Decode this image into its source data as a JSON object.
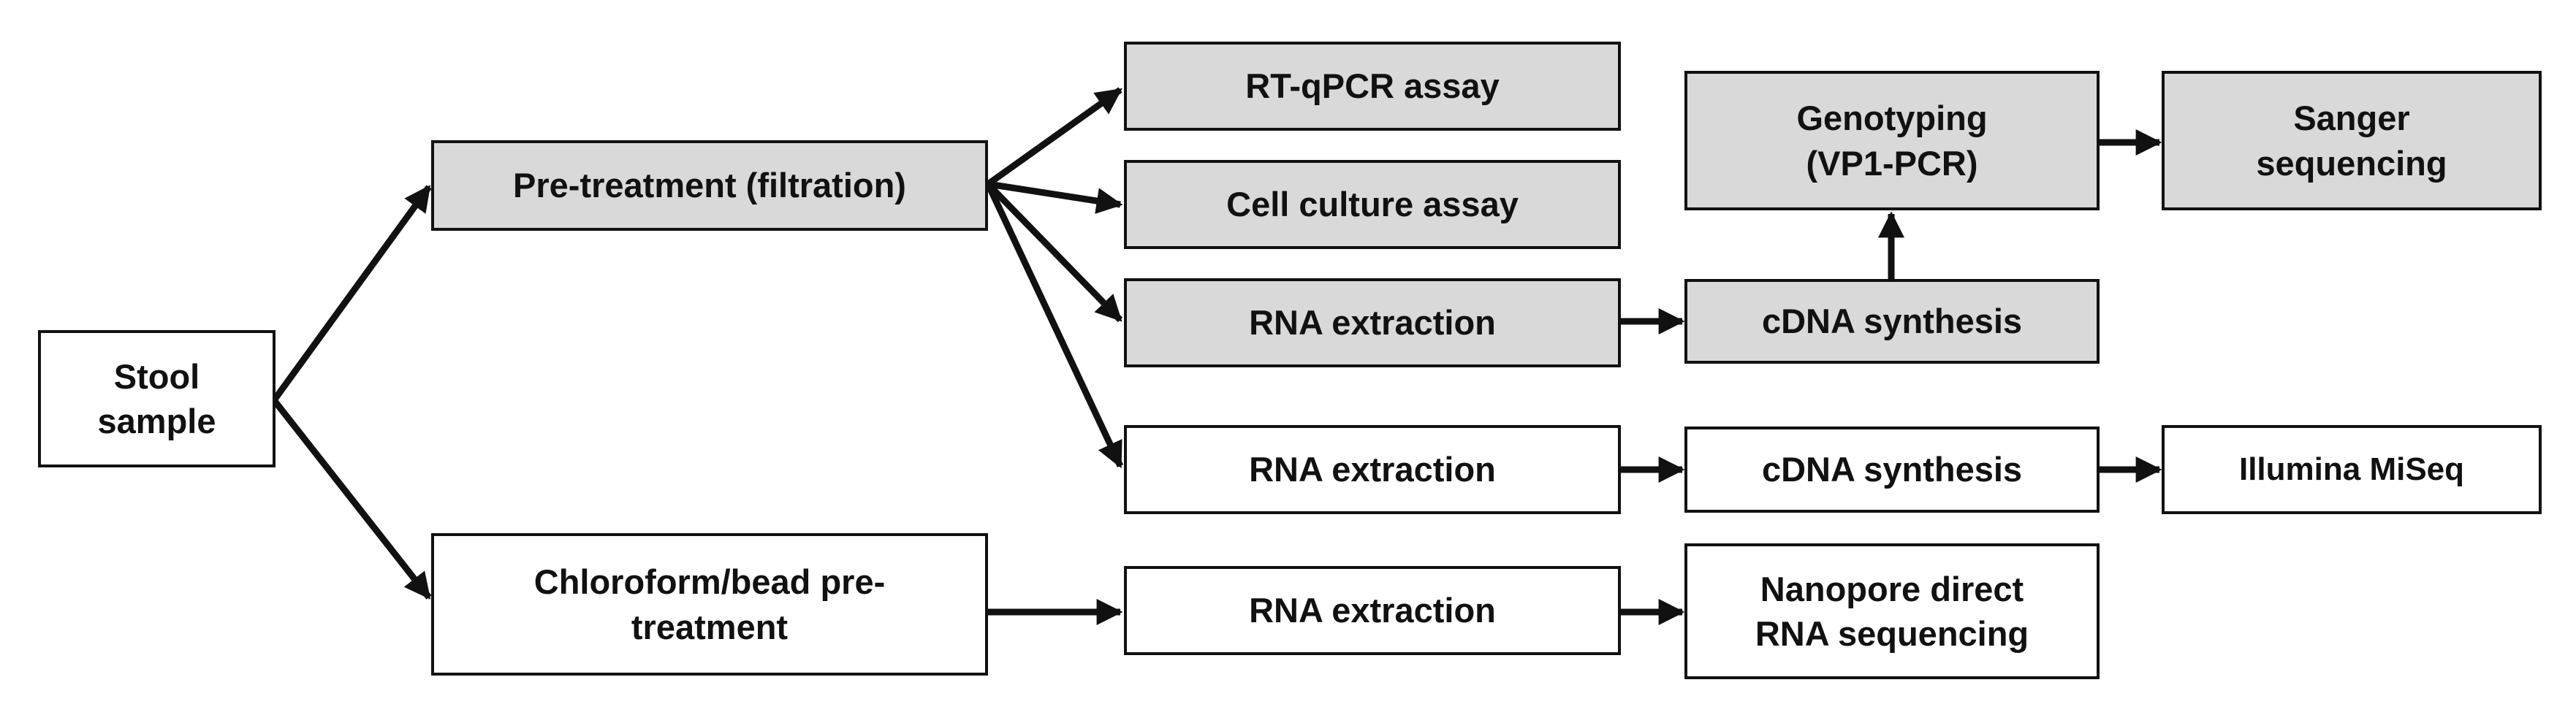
{
  "diagram": {
    "colors": {
      "gray_fill": "#d9d9d9",
      "white_fill": "#ffffff",
      "stroke": "#111111"
    },
    "nodes": {
      "stool_sample": "Stool\nsample",
      "pretreatment_filtration": "Pre-treatment (filtration)",
      "chloroform_bead": "Chloroform/bead pre-\ntreatment",
      "rt_qpcr": "RT-qPCR assay",
      "cell_culture": "Cell culture assay",
      "rna_extraction_1": "RNA extraction",
      "rna_extraction_2": "RNA extraction",
      "rna_extraction_3": "RNA extraction",
      "cdna_synthesis_1": "cDNA synthesis",
      "cdna_synthesis_2": "cDNA synthesis",
      "genotyping": "Genotyping\n(VP1-PCR)",
      "sanger": "Sanger\nsequencing",
      "illumina": "Illumina MiSeq",
      "nanopore": "Nanopore direct\nRNA sequencing"
    }
  }
}
